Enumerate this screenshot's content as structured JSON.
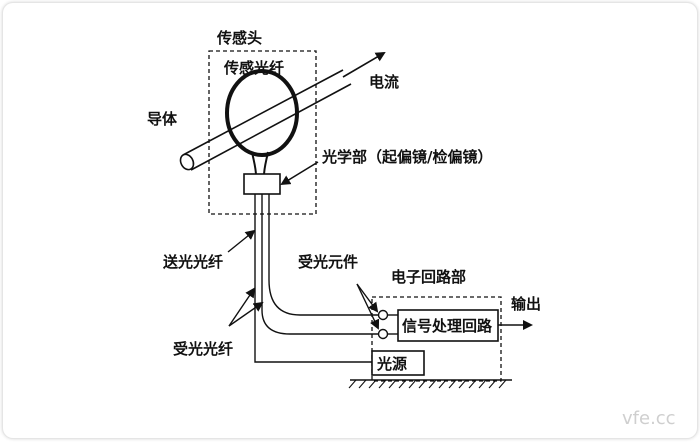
{
  "labels": {
    "sensor_head": "传感头",
    "sensing_fiber": "传感光纤",
    "current": "电流",
    "conductor": "导体",
    "optical_part": "光学部（起偏镜/检偏镜）",
    "send_fiber": "送光光纤",
    "receiver_element": "受光元件",
    "electronic_circuit": "电子回路部",
    "output": "输出",
    "signal_circuit": "信号处理回路",
    "receive_fiber": "受光光纤",
    "light_source": "光源"
  },
  "watermark": "vfe.cc"
}
